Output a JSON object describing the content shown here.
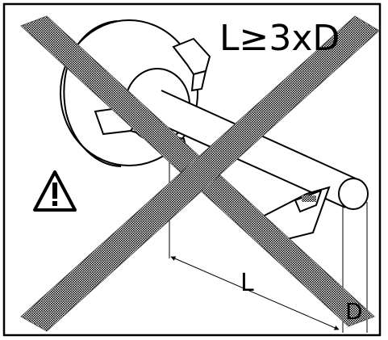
{
  "labels": {
    "rule": "L≥3xD",
    "length": "L",
    "diameter": "D"
  },
  "icons": {
    "warning": "warning-triangle-icon",
    "prohibited": "cross-out-icon"
  },
  "colors": {
    "ink": "#000000",
    "paper": "#ffffff",
    "cross": "#8a8a8a"
  }
}
